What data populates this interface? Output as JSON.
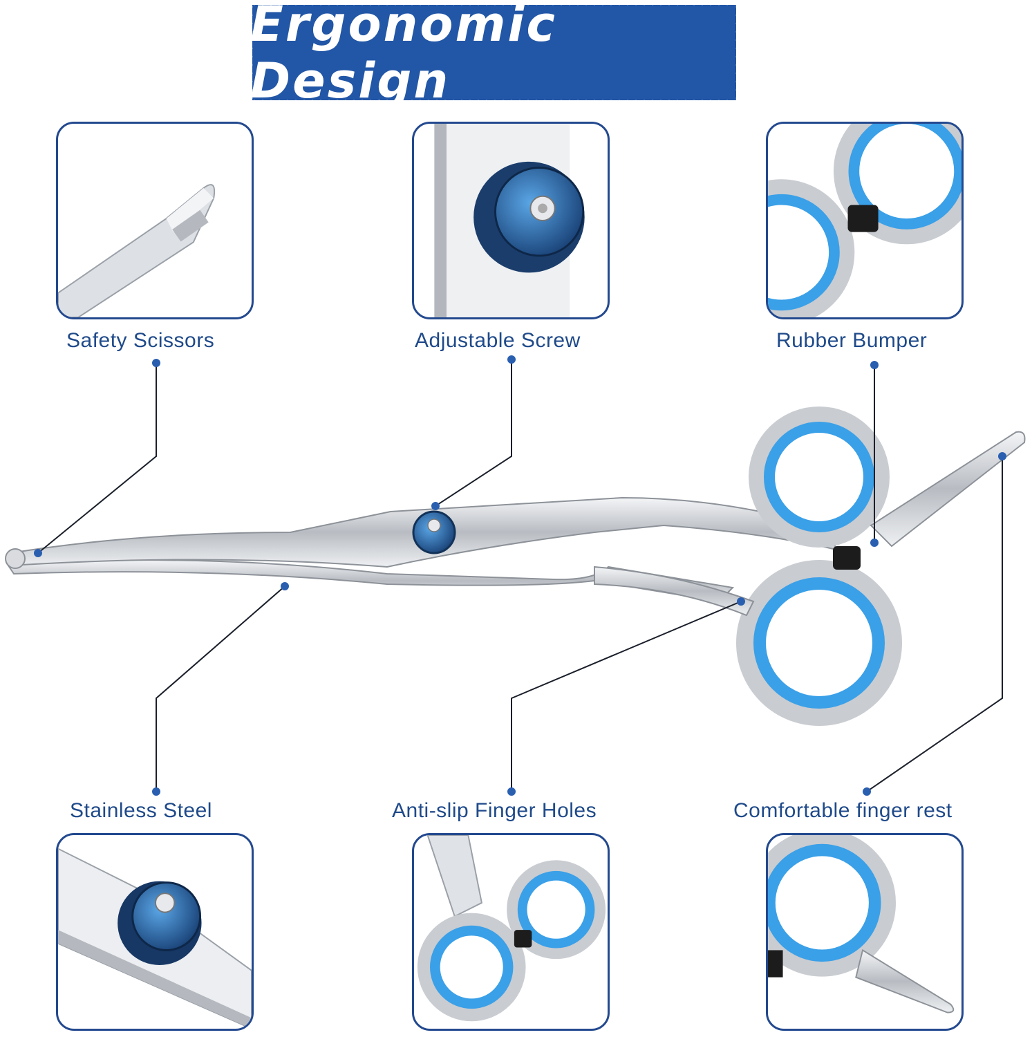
{
  "banner": {
    "title": "Ergonomic Design"
  },
  "features": {
    "safety_scissors": "Safety Scissors",
    "adjustable_screw": "Adjustable Screw",
    "rubber_bumper": "Rubber Bumper",
    "stainless_steel": "Stainless Steel",
    "anti_slip_finger_holes": "Anti-slip Finger Holes",
    "comfortable_finger_rest": "Comfortable finger rest"
  },
  "colors": {
    "brand_blue": "#2256a6",
    "label_blue": "#1f4a8a",
    "grip_blue": "#3aa0e8",
    "steel": "#c9ccd1"
  }
}
